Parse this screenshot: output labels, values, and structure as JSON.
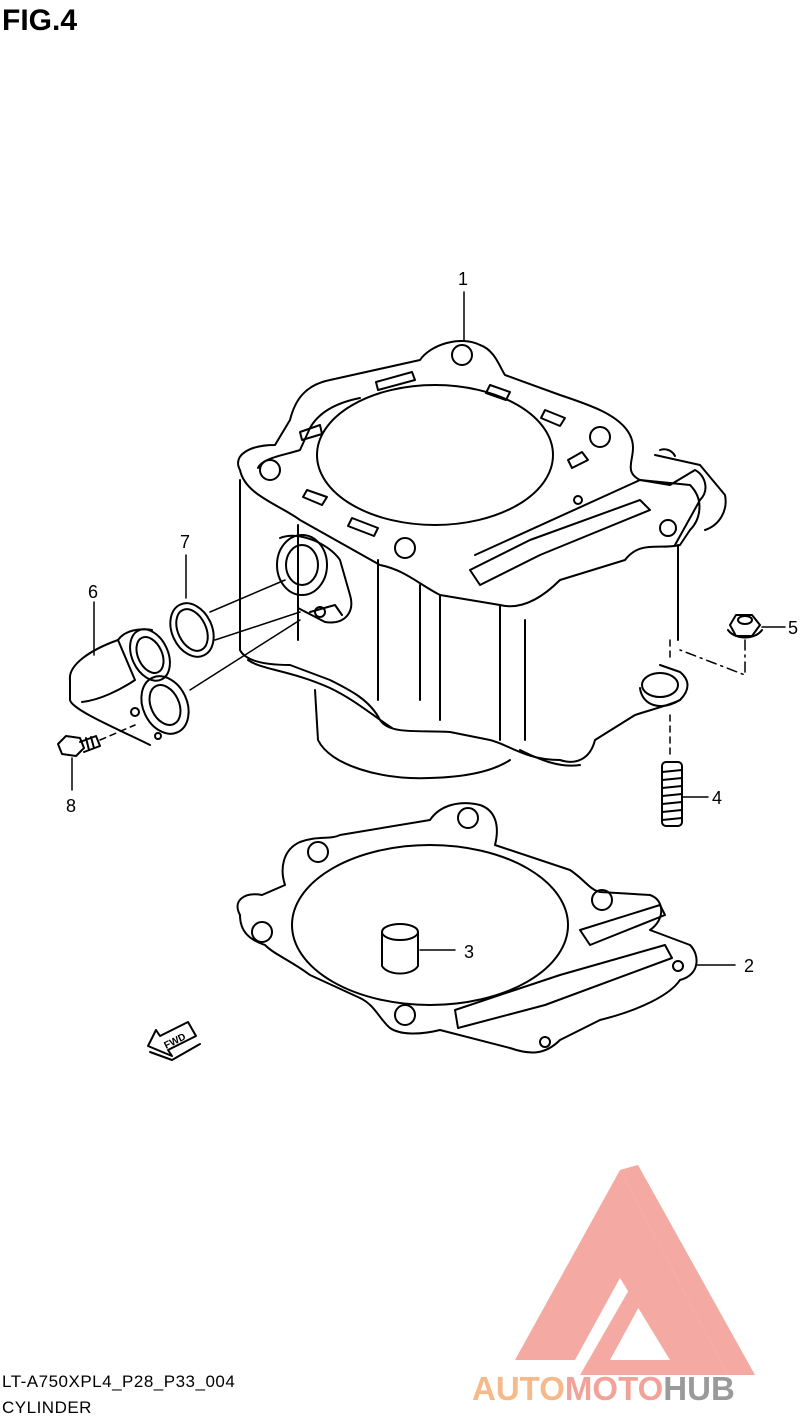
{
  "figure": {
    "title": "FIG.4"
  },
  "callouts": [
    {
      "id": "1",
      "label": "1"
    },
    {
      "id": "2",
      "label": "2"
    },
    {
      "id": "3",
      "label": "3"
    },
    {
      "id": "4",
      "label": "4"
    },
    {
      "id": "5",
      "label": "5"
    },
    {
      "id": "6",
      "label": "6"
    },
    {
      "id": "7",
      "label": "7"
    },
    {
      "id": "8",
      "label": "8"
    }
  ],
  "fwd_arrow": {
    "label": "FWD"
  },
  "footer": {
    "code": "LT-A750XPL4_P28_P33_004",
    "name": "CYLINDER"
  },
  "watermark": {
    "part1": "AUTO",
    "part2": "MOTO",
    "part3": "HUB",
    "colors": {
      "auto": "#f6b98a",
      "moto": "#f3a29a",
      "hub": "#9a9a9a",
      "triangle": "#f29a92"
    }
  }
}
